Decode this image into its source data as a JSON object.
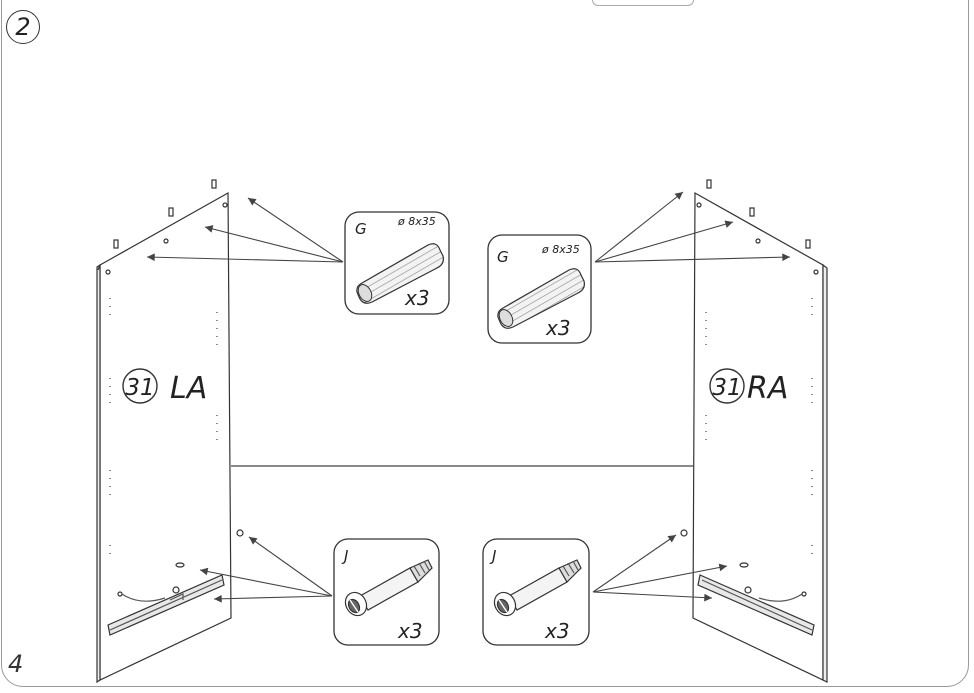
{
  "step_number": "2",
  "page_number": "4",
  "parts": {
    "left_panel": {
      "number": "31",
      "code": "LA"
    },
    "right_panel": {
      "number": "31",
      "code": "RA"
    },
    "dowel_left": {
      "letter": "G",
      "spec": "ø 8x35",
      "qty": "x3",
      "icon": "wooden-dowel-icon"
    },
    "dowel_right": {
      "letter": "G",
      "spec": "ø 8x35",
      "qty": "x3",
      "icon": "wooden-dowel-icon"
    },
    "cam_left": {
      "letter": "J",
      "qty": "x3",
      "icon": "cam-bolt-icon"
    },
    "cam_right": {
      "letter": "J",
      "qty": "x3",
      "icon": "cam-bolt-icon"
    }
  }
}
